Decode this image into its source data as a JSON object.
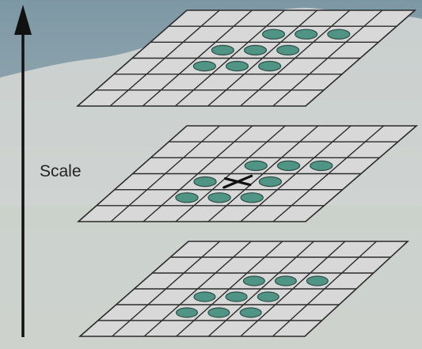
{
  "axis": {
    "label": "Scale",
    "direction": "up"
  },
  "grid": {
    "rows": 6,
    "cols": 7
  },
  "layers": [
    {
      "id": "top",
      "marked_cells": [
        [
          1,
          3
        ],
        [
          1,
          4
        ],
        [
          1,
          5
        ],
        [
          2,
          2
        ],
        [
          2,
          3
        ],
        [
          2,
          4
        ],
        [
          3,
          2
        ],
        [
          3,
          3
        ],
        [
          3,
          4
        ]
      ],
      "center_marker": false
    },
    {
      "id": "middle",
      "marked_cells": [
        [
          2,
          3
        ],
        [
          2,
          4
        ],
        [
          2,
          5
        ],
        [
          3,
          2
        ],
        [
          3,
          4
        ],
        [
          4,
          2
        ],
        [
          4,
          3
        ],
        [
          4,
          4
        ]
      ],
      "center_marker": true,
      "center_cell": [
        3,
        3
      ]
    },
    {
      "id": "bottom",
      "marked_cells": [
        [
          2,
          3
        ],
        [
          2,
          4
        ],
        [
          2,
          5
        ],
        [
          3,
          2
        ],
        [
          3,
          3
        ],
        [
          3,
          4
        ],
        [
          4,
          2
        ],
        [
          4,
          3
        ],
        [
          4,
          4
        ]
      ],
      "center_marker": false
    }
  ],
  "colors": {
    "sky_top": "#7d98a5",
    "sky_bottom": "#b9c3c1",
    "mountain": "#d7d9d6",
    "ground": "#c9cfc9",
    "grid_fill": "#d8d8d8",
    "grid_line": "#2b2b2b",
    "keypoint_fill": "#4f9484",
    "keypoint_stroke": "#2f4f48",
    "marker": "#111111",
    "arrow": "#111111"
  }
}
